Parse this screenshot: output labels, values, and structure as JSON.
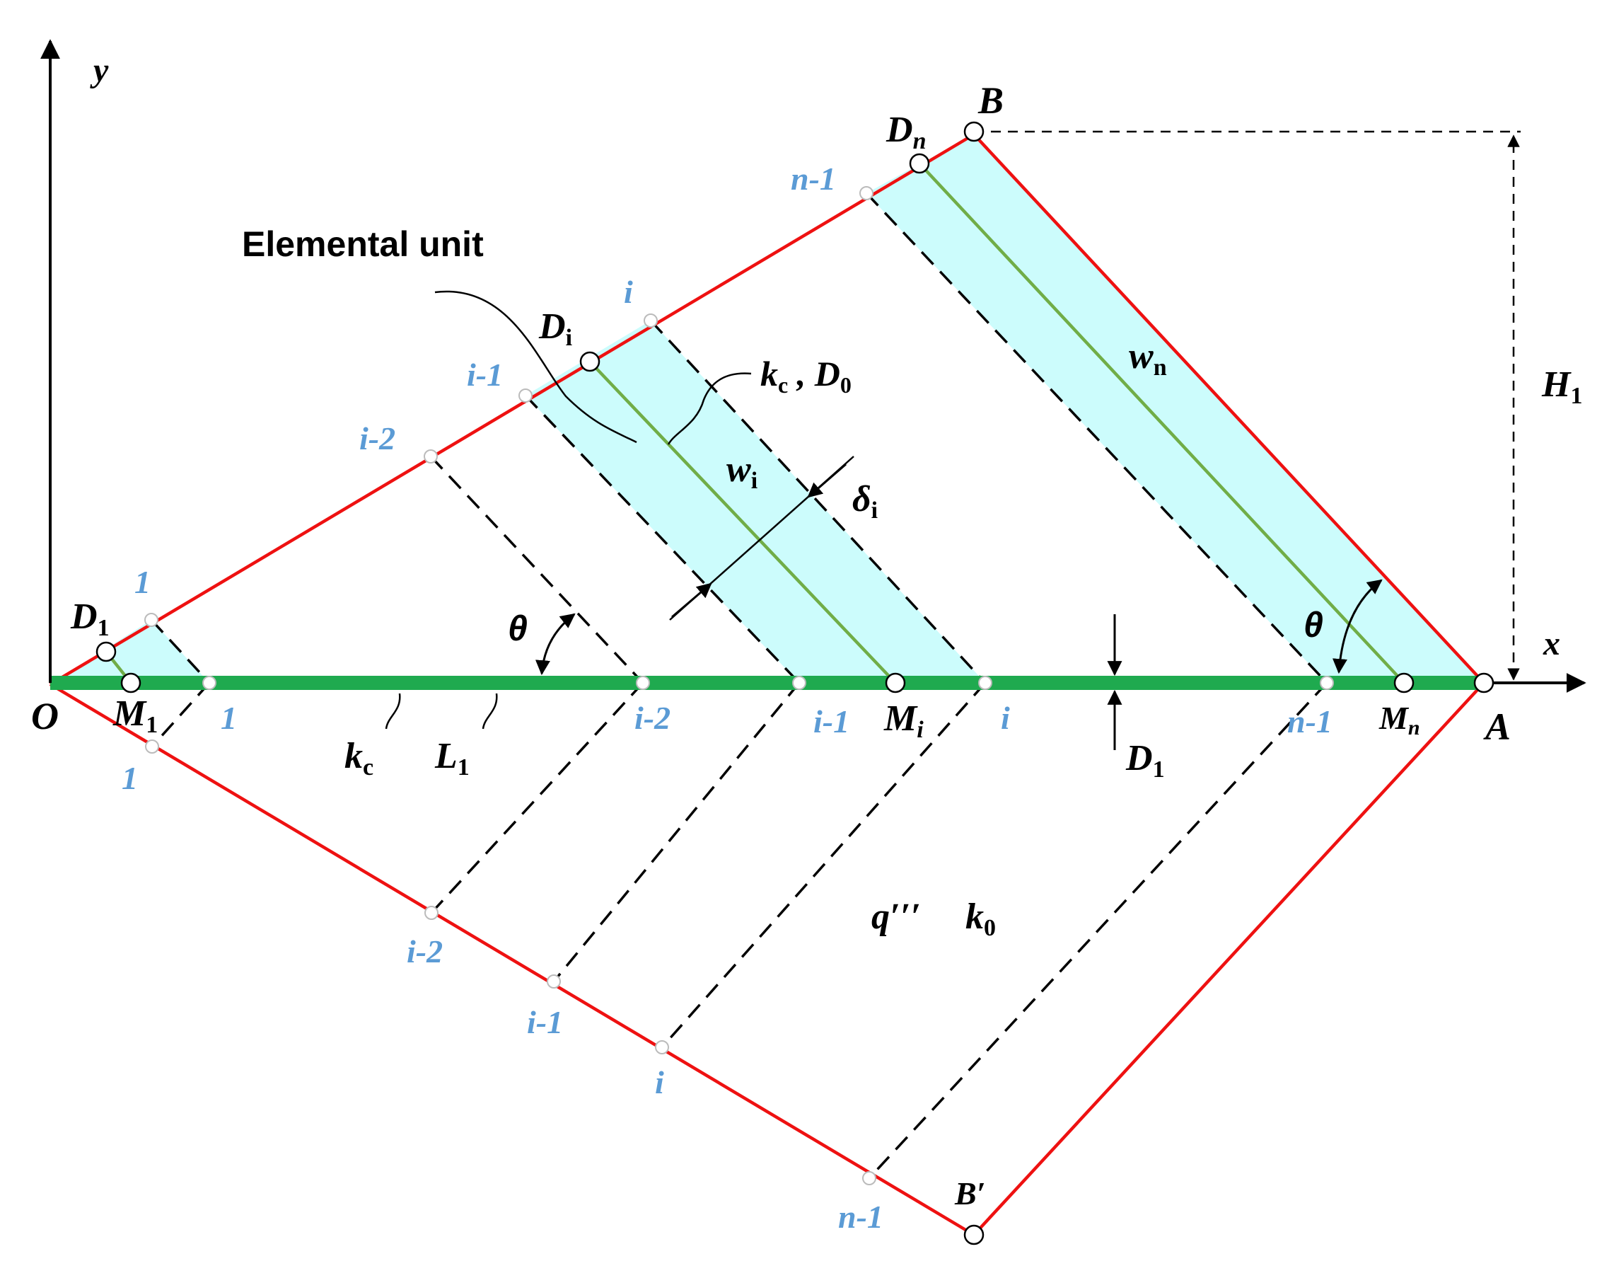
{
  "title_annotation": "Elemental unit",
  "axes": {
    "x": "x",
    "y": "y",
    "origin": "O"
  },
  "points": {
    "A": "A",
    "B": "B",
    "B_prime": "B′"
  },
  "fin_labels": {
    "D1": "D",
    "D1_sub": "1",
    "Di": "D",
    "Di_sub": "i",
    "Dn": "D",
    "Dn_sub": "n",
    "M1": "M",
    "M1_sub": "1",
    "Mi": "M",
    "Mi_sub": "i",
    "Mn": "M",
    "Mn_sub": "n"
  },
  "annotations": {
    "kc_D0": "k",
    "kc_D0_sub": "c",
    "kc_D0_tail": " , D",
    "kc_D0_tail_sub": "0",
    "wi": "w",
    "wi_sub": "i",
    "wn": "w",
    "wn_sub": "n",
    "delta": "δ",
    "delta_sub": "i",
    "theta_left": "θ",
    "theta_right": "θ",
    "H1": "H",
    "H1_sub": "1",
    "D1_thickness": "D",
    "D1_thickness_sub": "1",
    "kc": "k",
    "kc_sub": "c",
    "L1": "L",
    "L1_sub": "1",
    "q": "q′′′",
    "k0": "k",
    "k0_sub": "0"
  },
  "index_labels": {
    "top": [
      "1",
      "i-2",
      "i-1",
      "i",
      "n-1"
    ],
    "axis": [
      "1",
      "i-2",
      "i-1",
      "i",
      "n-1"
    ],
    "bottom": [
      "1",
      "i-2",
      "i-1",
      "i",
      "n-1"
    ]
  },
  "colors": {
    "boundary": "#ee1111",
    "fin": "#1faa4f",
    "fin_center": "#70ad47",
    "shaded": "#ccfcfc",
    "index": "#5b9bd5",
    "dashed": "#000000"
  }
}
